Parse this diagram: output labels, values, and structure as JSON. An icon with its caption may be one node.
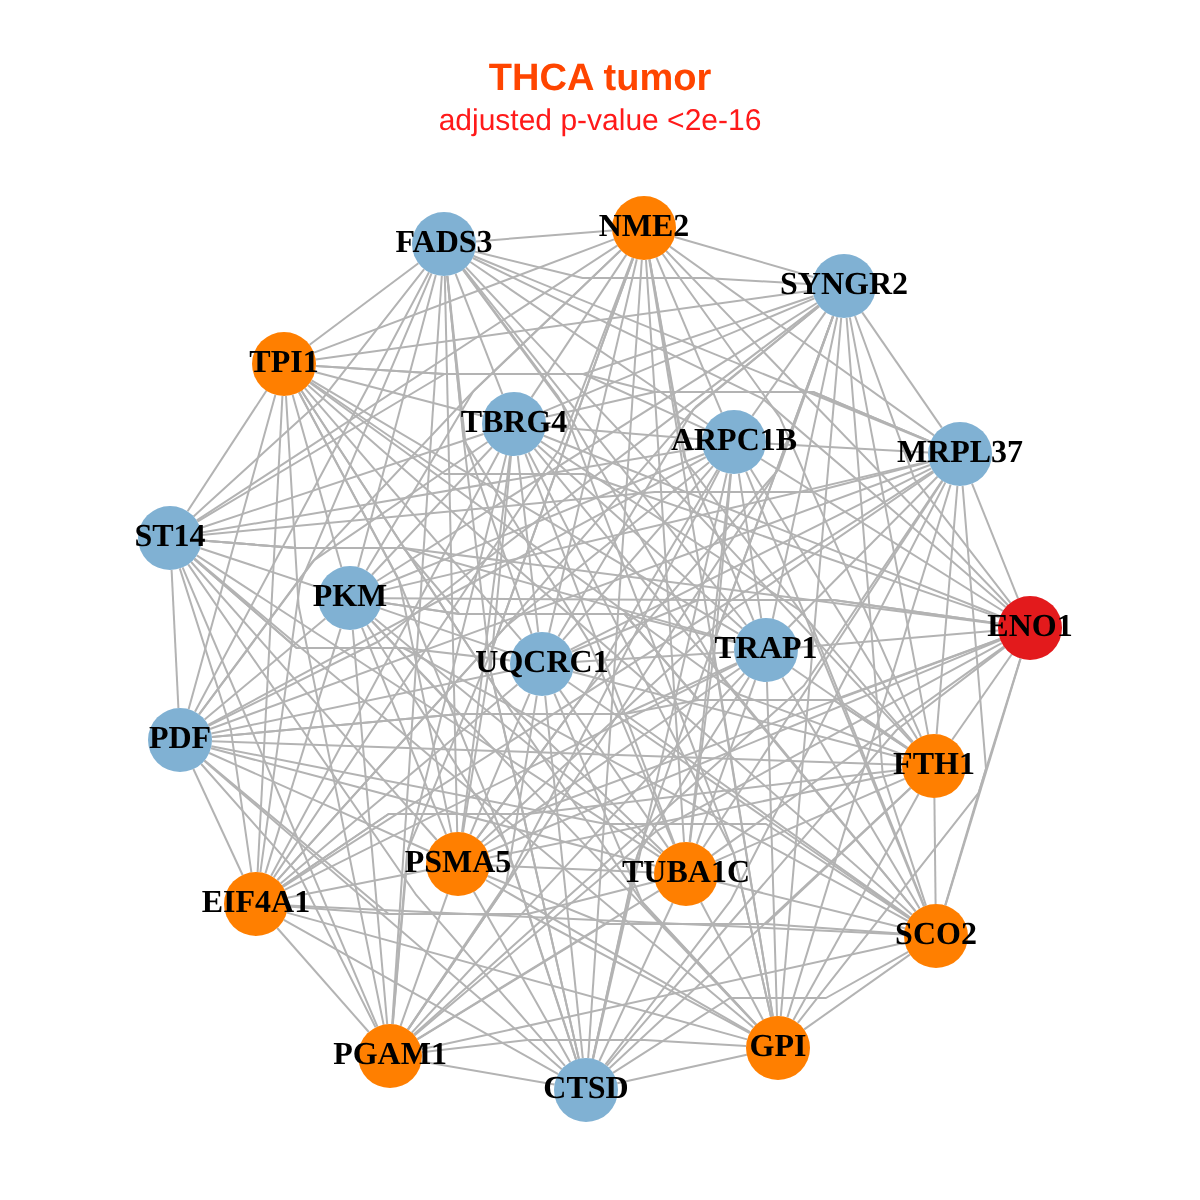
{
  "diagram": {
    "title": "THCA tumor",
    "nodes": [
      {
        "text": [
          "NME2"
        ]
      },
      {
        "text": [
          "FADS3"
        ]
      },
      {
        "text": [
          "SYNGR2"
        ]
      },
      {
        "text": [
          "TPI1"
        ]
      },
      {
        "text": [
          "TBRG4"
        ]
      },
      {
        "text": [
          "ARPC1B"
        ]
      },
      {
        "text": [
          "MRPL37"
        ]
      },
      {
        "text": [
          "ST14"
        ]
      },
      {
        "text": [
          "PKM"
        ]
      },
      {
        "text": [
          "ENO1"
        ]
      },
      {
        "text": [
          "TRAP1"
        ]
      },
      {
        "text": [
          "UQCRC1"
        ]
      },
      {
        "text": [
          "PDF"
        ]
      },
      {
        "text": [
          "FTH1"
        ]
      },
      {
        "text": [
          "PSMA5"
        ]
      },
      {
        "text": [
          "TUBA1C"
        ]
      },
      {
        "text": [
          "EIF4A1"
        ]
      },
      {
        "text": [
          "SCO2"
        ]
      },
      {
        "text": [
          "GPI"
        ]
      },
      {
        "text": [
          "PGAM1"
        ]
      },
      {
        "text": [
          "CTSD"
        ]
      }
    ],
    "edges": [
      {
        "from": 0,
        "to": 1,
        "arrow": "none"
      },
      {
        "from": 0,
        "to": 2,
        "arrow": "none"
      },
      {
        "from": 0,
        "to": 3,
        "arrow": "none"
      },
      {
        "from": 0,
        "to": 4,
        "arrow": "none"
      },
      {
        "from": 0,
        "to": 5,
        "arrow": "none"
      },
      {
        "from": 0,
        "to": 6,
        "arrow": "none"
      },
      {
        "from": 0,
        "to": 7,
        "arrow": "none"
      },
      {
        "from": 0,
        "to": 8,
        "arrow": "none"
      },
      {
        "from": 0,
        "to": 9,
        "arrow": "none"
      },
      {
        "from": 0,
        "to": 10,
        "arrow": "none"
      },
      {
        "from": 0,
        "to": 11,
        "arrow": "none"
      },
      {
        "from": 0,
        "to": 12,
        "arrow": "none"
      },
      {
        "from": 0,
        "to": 13,
        "arrow": "none"
      },
      {
        "from": 0,
        "to": 14,
        "arrow": "none"
      },
      {
        "from": 0,
        "to": 15,
        "arrow": "none"
      },
      {
        "from": 0,
        "to": 16,
        "arrow": "none"
      },
      {
        "from": 0,
        "to": 17,
        "arrow": "none"
      },
      {
        "from": 0,
        "to": 18,
        "arrow": "none"
      },
      {
        "from": 0,
        "to": 19,
        "arrow": "none"
      },
      {
        "from": 0,
        "to": 20,
        "arrow": "none"
      },
      {
        "from": 1,
        "to": 2,
        "arrow": "none"
      },
      {
        "from": 1,
        "to": 3,
        "arrow": "none"
      },
      {
        "from": 1,
        "to": 4,
        "arrow": "none"
      },
      {
        "from": 1,
        "to": 5,
        "arrow": "none"
      },
      {
        "from": 1,
        "to": 6,
        "arrow": "none"
      },
      {
        "from": 1,
        "to": 7,
        "arrow": "none"
      },
      {
        "from": 1,
        "to": 8,
        "arrow": "none"
      },
      {
        "from": 1,
        "to": 9,
        "arrow": "none"
      },
      {
        "from": 1,
        "to": 10,
        "arrow": "none"
      },
      {
        "from": 1,
        "to": 11,
        "arrow": "none"
      },
      {
        "from": 1,
        "to": 12,
        "arrow": "none"
      },
      {
        "from": 1,
        "to": 13,
        "arrow": "none"
      },
      {
        "from": 1,
        "to": 14,
        "arrow": "none"
      },
      {
        "from": 1,
        "to": 15,
        "arrow": "none"
      },
      {
        "from": 1,
        "to": 16,
        "arrow": "none"
      },
      {
        "from": 1,
        "to": 17,
        "arrow": "none"
      },
      {
        "from": 1,
        "to": 18,
        "arrow": "none"
      },
      {
        "from": 1,
        "to": 19,
        "arrow": "none"
      },
      {
        "from": 1,
        "to": 20,
        "arrow": "none"
      },
      {
        "from": 2,
        "to": 3,
        "arrow": "none"
      },
      {
        "from": 2,
        "to": 4,
        "arrow": "none"
      },
      {
        "from": 2,
        "to": 5,
        "arrow": "none"
      },
      {
        "from": 2,
        "to": 6,
        "arrow": "none"
      },
      {
        "from": 2,
        "to": 7,
        "arrow": "none"
      },
      {
        "from": 2,
        "to": 8,
        "arrow": "none"
      },
      {
        "from": 2,
        "to": 9,
        "arrow": "none"
      },
      {
        "from": 2,
        "to": 10,
        "arrow": "none"
      },
      {
        "from": 2,
        "to": 11,
        "arrow": "none"
      },
      {
        "from": 2,
        "to": 12,
        "arrow": "none"
      },
      {
        "from": 2,
        "to": 13,
        "arrow": "none"
      },
      {
        "from": 2,
        "to": 14,
        "arrow": "none"
      },
      {
        "from": 2,
        "to": 15,
        "arrow": "none"
      },
      {
        "from": 2,
        "to": 16,
        "arrow": "none"
      },
      {
        "from": 2,
        "to": 17,
        "arrow": "none"
      },
      {
        "from": 2,
        "to": 18,
        "arrow": "none"
      },
      {
        "from": 2,
        "to": 19,
        "arrow": "none"
      },
      {
        "from": 2,
        "to": 20,
        "arrow": "none"
      },
      {
        "from": 3,
        "to": 4,
        "arrow": "none"
      },
      {
        "from": 3,
        "to": 5,
        "arrow": "none"
      },
      {
        "from": 3,
        "to": 6,
        "arrow": "none"
      },
      {
        "from": 3,
        "to": 7,
        "arrow": "none"
      },
      {
        "from": 3,
        "to": 8,
        "arrow": "none"
      },
      {
        "from": 3,
        "to": 9,
        "arrow": "none"
      },
      {
        "from": 3,
        "to": 10,
        "arrow": "none"
      },
      {
        "from": 3,
        "to": 11,
        "arrow": "none"
      },
      {
        "from": 3,
        "to": 12,
        "arrow": "none"
      },
      {
        "from": 3,
        "to": 13,
        "arrow": "none"
      },
      {
        "from": 3,
        "to": 14,
        "arrow": "none"
      },
      {
        "from": 3,
        "to": 15,
        "arrow": "none"
      },
      {
        "from": 3,
        "to": 16,
        "arrow": "none"
      },
      {
        "from": 3,
        "to": 17,
        "arrow": "none"
      },
      {
        "from": 3,
        "to": 18,
        "arrow": "none"
      },
      {
        "from": 3,
        "to": 19,
        "arrow": "none"
      },
      {
        "from": 3,
        "to": 20,
        "arrow": "none"
      },
      {
        "from": 4,
        "to": 5,
        "arrow": "none"
      },
      {
        "from": 4,
        "to": 6,
        "arrow": "none"
      },
      {
        "from": 4,
        "to": 7,
        "arrow": "none"
      },
      {
        "from": 4,
        "to": 8,
        "arrow": "none"
      },
      {
        "from": 4,
        "to": 9,
        "arrow": "none"
      },
      {
        "from": 4,
        "to": 10,
        "arrow": "none"
      },
      {
        "from": 4,
        "to": 11,
        "arrow": "none"
      },
      {
        "from": 4,
        "to": 12,
        "arrow": "none"
      },
      {
        "from": 4,
        "to": 13,
        "arrow": "none"
      },
      {
        "from": 4,
        "to": 14,
        "arrow": "none"
      },
      {
        "from": 4,
        "to": 15,
        "arrow": "none"
      },
      {
        "from": 4,
        "to": 16,
        "arrow": "none"
      },
      {
        "from": 4,
        "to": 17,
        "arrow": "none"
      },
      {
        "from": 4,
        "to": 18,
        "arrow": "none"
      },
      {
        "from": 4,
        "to": 19,
        "arrow": "none"
      },
      {
        "from": 4,
        "to": 20,
        "arrow": "none"
      },
      {
        "from": 5,
        "to": 6,
        "arrow": "none"
      },
      {
        "from": 5,
        "to": 7,
        "arrow": "none"
      },
      {
        "from": 5,
        "to": 8,
        "arrow": "none"
      },
      {
        "from": 5,
        "to": 9,
        "arrow": "none"
      },
      {
        "from": 5,
        "to": 10,
        "arrow": "none"
      },
      {
        "from": 5,
        "to": 11,
        "arrow": "none"
      },
      {
        "from": 5,
        "to": 12,
        "arrow": "none"
      },
      {
        "from": 5,
        "to": 13,
        "arrow": "none"
      },
      {
        "from": 5,
        "to": 14,
        "arrow": "none"
      },
      {
        "from": 5,
        "to": 15,
        "arrow": "none"
      },
      {
        "from": 5,
        "to": 16,
        "arrow": "none"
      },
      {
        "from": 5,
        "to": 17,
        "arrow": "none"
      },
      {
        "from": 5,
        "to": 18,
        "arrow": "none"
      },
      {
        "from": 5,
        "to": 19,
        "arrow": "none"
      },
      {
        "from": 5,
        "to": 20,
        "arrow": "none"
      },
      {
        "from": 6,
        "to": 7,
        "arrow": "none"
      },
      {
        "from": 6,
        "to": 8,
        "arrow": "none"
      },
      {
        "from": 6,
        "to": 9,
        "arrow": "none"
      },
      {
        "from": 6,
        "to": 10,
        "arrow": "none"
      },
      {
        "from": 6,
        "to": 11,
        "arrow": "none"
      },
      {
        "from": 6,
        "to": 12,
        "arrow": "none"
      },
      {
        "from": 6,
        "to": 13,
        "arrow": "none"
      },
      {
        "from": 6,
        "to": 14,
        "arrow": "none"
      },
      {
        "from": 6,
        "to": 15,
        "arrow": "none"
      },
      {
        "from": 6,
        "to": 16,
        "arrow": "none"
      },
      {
        "from": 6,
        "to": 17,
        "arrow": "none"
      },
      {
        "from": 6,
        "to": 18,
        "arrow": "none"
      },
      {
        "from": 6,
        "to": 19,
        "arrow": "none"
      },
      {
        "from": 6,
        "to": 20,
        "arrow": "none"
      },
      {
        "from": 7,
        "to": 8,
        "arrow": "none"
      },
      {
        "from": 7,
        "to": 9,
        "arrow": "none"
      },
      {
        "from": 7,
        "to": 10,
        "arrow": "none"
      },
      {
        "from": 7,
        "to": 11,
        "arrow": "none"
      },
      {
        "from": 7,
        "to": 12,
        "arrow": "none"
      },
      {
        "from": 7,
        "to": 13,
        "arrow": "none"
      },
      {
        "from": 7,
        "to": 14,
        "arrow": "none"
      },
      {
        "from": 7,
        "to": 15,
        "arrow": "none"
      },
      {
        "from": 7,
        "to": 16,
        "arrow": "none"
      },
      {
        "from": 7,
        "to": 17,
        "arrow": "none"
      },
      {
        "from": 7,
        "to": 18,
        "arrow": "none"
      },
      {
        "from": 7,
        "to": 19,
        "arrow": "none"
      },
      {
        "from": 7,
        "to": 20,
        "arrow": "none"
      },
      {
        "from": 8,
        "to": 9,
        "arrow": "none"
      },
      {
        "from": 8,
        "to": 10,
        "arrow": "none"
      },
      {
        "from": 8,
        "to": 11,
        "arrow": "none"
      },
      {
        "from": 8,
        "to": 12,
        "arrow": "none"
      },
      {
        "from": 8,
        "to": 13,
        "arrow": "none"
      },
      {
        "from": 8,
        "to": 14,
        "arrow": "none"
      },
      {
        "from": 8,
        "to": 15,
        "arrow": "none"
      },
      {
        "from": 8,
        "to": 16,
        "arrow": "none"
      },
      {
        "from": 8,
        "to": 17,
        "arrow": "none"
      },
      {
        "from": 8,
        "to": 18,
        "arrow": "none"
      },
      {
        "from": 8,
        "to": 19,
        "arrow": "none"
      },
      {
        "from": 8,
        "to": 20,
        "arrow": "none"
      },
      {
        "from": 9,
        "to": 10,
        "arrow": "none"
      },
      {
        "from": 9,
        "to": 11,
        "arrow": "none"
      },
      {
        "from": 9,
        "to": 12,
        "arrow": "none"
      },
      {
        "from": 9,
        "to": 13,
        "arrow": "none"
      },
      {
        "from": 9,
        "to": 14,
        "arrow": "none"
      },
      {
        "from": 9,
        "to": 15,
        "arrow": "none"
      },
      {
        "from": 9,
        "to": 16,
        "arrow": "none"
      },
      {
        "from": 9,
        "to": 17,
        "arrow": "none"
      },
      {
        "from": 9,
        "to": 18,
        "arrow": "none"
      },
      {
        "from": 9,
        "to": 19,
        "arrow": "none"
      },
      {
        "from": 9,
        "to": 20,
        "arrow": "none"
      },
      {
        "from": 10,
        "to": 11,
        "arrow": "none"
      },
      {
        "from": 10,
        "to": 12,
        "arrow": "none"
      },
      {
        "from": 10,
        "to": 13,
        "arrow": "none"
      },
      {
        "from": 10,
        "to": 14,
        "arrow": "none"
      },
      {
        "from": 10,
        "to": 15,
        "arrow": "none"
      },
      {
        "from": 10,
        "to": 16,
        "arrow": "none"
      },
      {
        "from": 10,
        "to": 17,
        "arrow": "none"
      },
      {
        "from": 10,
        "to": 18,
        "arrow": "none"
      },
      {
        "from": 10,
        "to": 19,
        "arrow": "none"
      },
      {
        "from": 10,
        "to": 20,
        "arrow": "none"
      },
      {
        "from": 11,
        "to": 12,
        "arrow": "none"
      },
      {
        "from": 11,
        "to": 13,
        "arrow": "none"
      },
      {
        "from": 11,
        "to": 14,
        "arrow": "none"
      },
      {
        "from": 11,
        "to": 15,
        "arrow": "none"
      },
      {
        "from": 11,
        "to": 16,
        "arrow": "none"
      },
      {
        "from": 11,
        "to": 17,
        "arrow": "none"
      },
      {
        "from": 11,
        "to": 18,
        "arrow": "none"
      },
      {
        "from": 11,
        "to": 19,
        "arrow": "none"
      },
      {
        "from": 11,
        "to": 20,
        "arrow": "none"
      },
      {
        "from": 12,
        "to": 13,
        "arrow": "none"
      },
      {
        "from": 12,
        "to": 14,
        "arrow": "none"
      },
      {
        "from": 12,
        "to": 15,
        "arrow": "none"
      },
      {
        "from": 12,
        "to": 16,
        "arrow": "none"
      },
      {
        "from": 12,
        "to": 17,
        "arrow": "none"
      },
      {
        "from": 12,
        "to": 18,
        "arrow": "none"
      },
      {
        "from": 12,
        "to": 19,
        "arrow": "none"
      },
      {
        "from": 12,
        "to": 20,
        "arrow": "none"
      },
      {
        "from": 13,
        "to": 14,
        "arrow": "none"
      },
      {
        "from": 13,
        "to": 15,
        "arrow": "none"
      },
      {
        "from": 13,
        "to": 16,
        "arrow": "none"
      },
      {
        "from": 13,
        "to": 17,
        "arrow": "none"
      },
      {
        "from": 13,
        "to": 18,
        "arrow": "none"
      },
      {
        "from": 13,
        "to": 19,
        "arrow": "none"
      },
      {
        "from": 13,
        "to": 20,
        "arrow": "none"
      },
      {
        "from": 14,
        "to": 15,
        "arrow": "none"
      },
      {
        "from": 14,
        "to": 16,
        "arrow": "none"
      },
      {
        "from": 14,
        "to": 17,
        "arrow": "none"
      },
      {
        "from": 14,
        "to": 18,
        "arrow": "none"
      },
      {
        "from": 14,
        "to": 19,
        "arrow": "none"
      },
      {
        "from": 14,
        "to": 20,
        "arrow": "none"
      },
      {
        "from": 15,
        "to": 16,
        "arrow": "none"
      },
      {
        "from": 15,
        "to": 17,
        "arrow": "none"
      },
      {
        "from": 15,
        "to": 18,
        "arrow": "none"
      },
      {
        "from": 15,
        "to": 19,
        "arrow": "none"
      },
      {
        "from": 15,
        "to": 20,
        "arrow": "none"
      },
      {
        "from": 16,
        "to": 17,
        "arrow": "none"
      },
      {
        "from": 16,
        "to": 18,
        "arrow": "none"
      },
      {
        "from": 16,
        "to": 19,
        "arrow": "none"
      },
      {
        "from": 16,
        "to": 20,
        "arrow": "none"
      },
      {
        "from": 17,
        "to": 18,
        "arrow": "none"
      },
      {
        "from": 17,
        "to": 19,
        "arrow": "none"
      },
      {
        "from": 17,
        "to": 20,
        "arrow": "none"
      },
      {
        "from": 18,
        "to": 19,
        "arrow": "none"
      },
      {
        "from": 18,
        "to": 20,
        "arrow": "none"
      },
      {
        "from": 19,
        "to": 20,
        "arrow": "none"
      }
    ],
    "labels": [
      "adjusted p-value <2e-16"
    ]
  }
}
